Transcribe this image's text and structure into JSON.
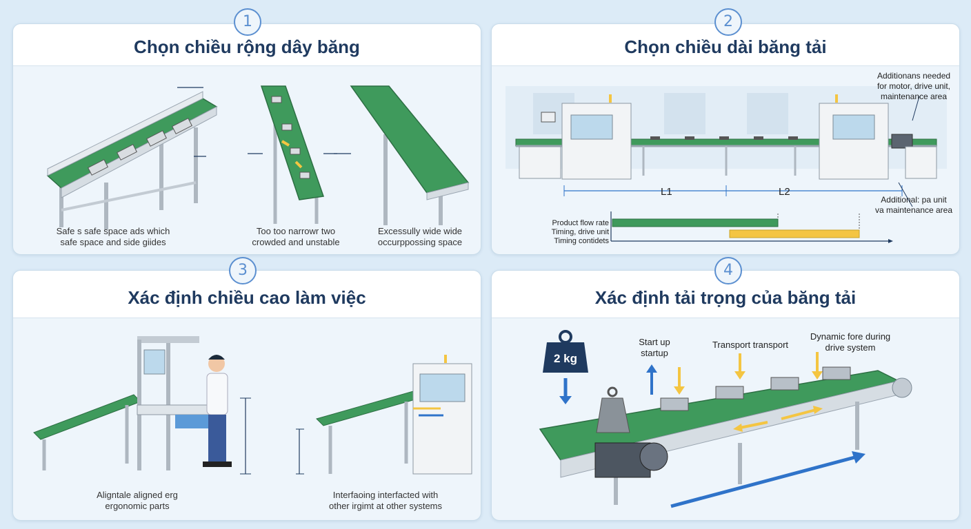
{
  "panels": [
    {
      "number": "1",
      "title": "Chọn chiều rộng dây băng",
      "captions": [
        [
          "Safe s safe space ads which",
          "safe space and side giides"
        ],
        [
          "Too too narrowr two",
          "crowded and unstable"
        ],
        [
          "Excessully wide wide",
          "occurppossing space"
        ]
      ]
    },
    {
      "number": "2",
      "title": "Chọn chiều dài băng tải",
      "note_top": [
        "Additionans needed",
        "for motor, drive unit,",
        "maintenance area"
      ],
      "note_bottom": [
        "Additional: pa unit",
        "va maintenance area"
      ],
      "dims": [
        "L1",
        "L2"
      ],
      "timing_labels": [
        "Product flow rate",
        "Timing, drive unit",
        "Timing contidets"
      ]
    },
    {
      "number": "3",
      "title": "Xác định chiều cao làm việc",
      "captions": [
        [
          "Aligntale aligned erg",
          "ergonomic parts"
        ],
        [
          "Interfaoing interfacted with",
          "other irgimt at other systems"
        ]
      ]
    },
    {
      "number": "4",
      "title": "Xác định tải trọng của băng tải",
      "weight": "2 kg",
      "labels": [
        [
          "Start up",
          "startup"
        ],
        [
          "Transport transport"
        ],
        [
          "Dynamic fore during",
          "drive system"
        ]
      ]
    }
  ],
  "colors": {
    "belt": "#3f9a5c",
    "frame": "#c3cbd3",
    "accent": "#f4c542",
    "arrow": "#2f73c9",
    "title": "#1f3a5f"
  }
}
